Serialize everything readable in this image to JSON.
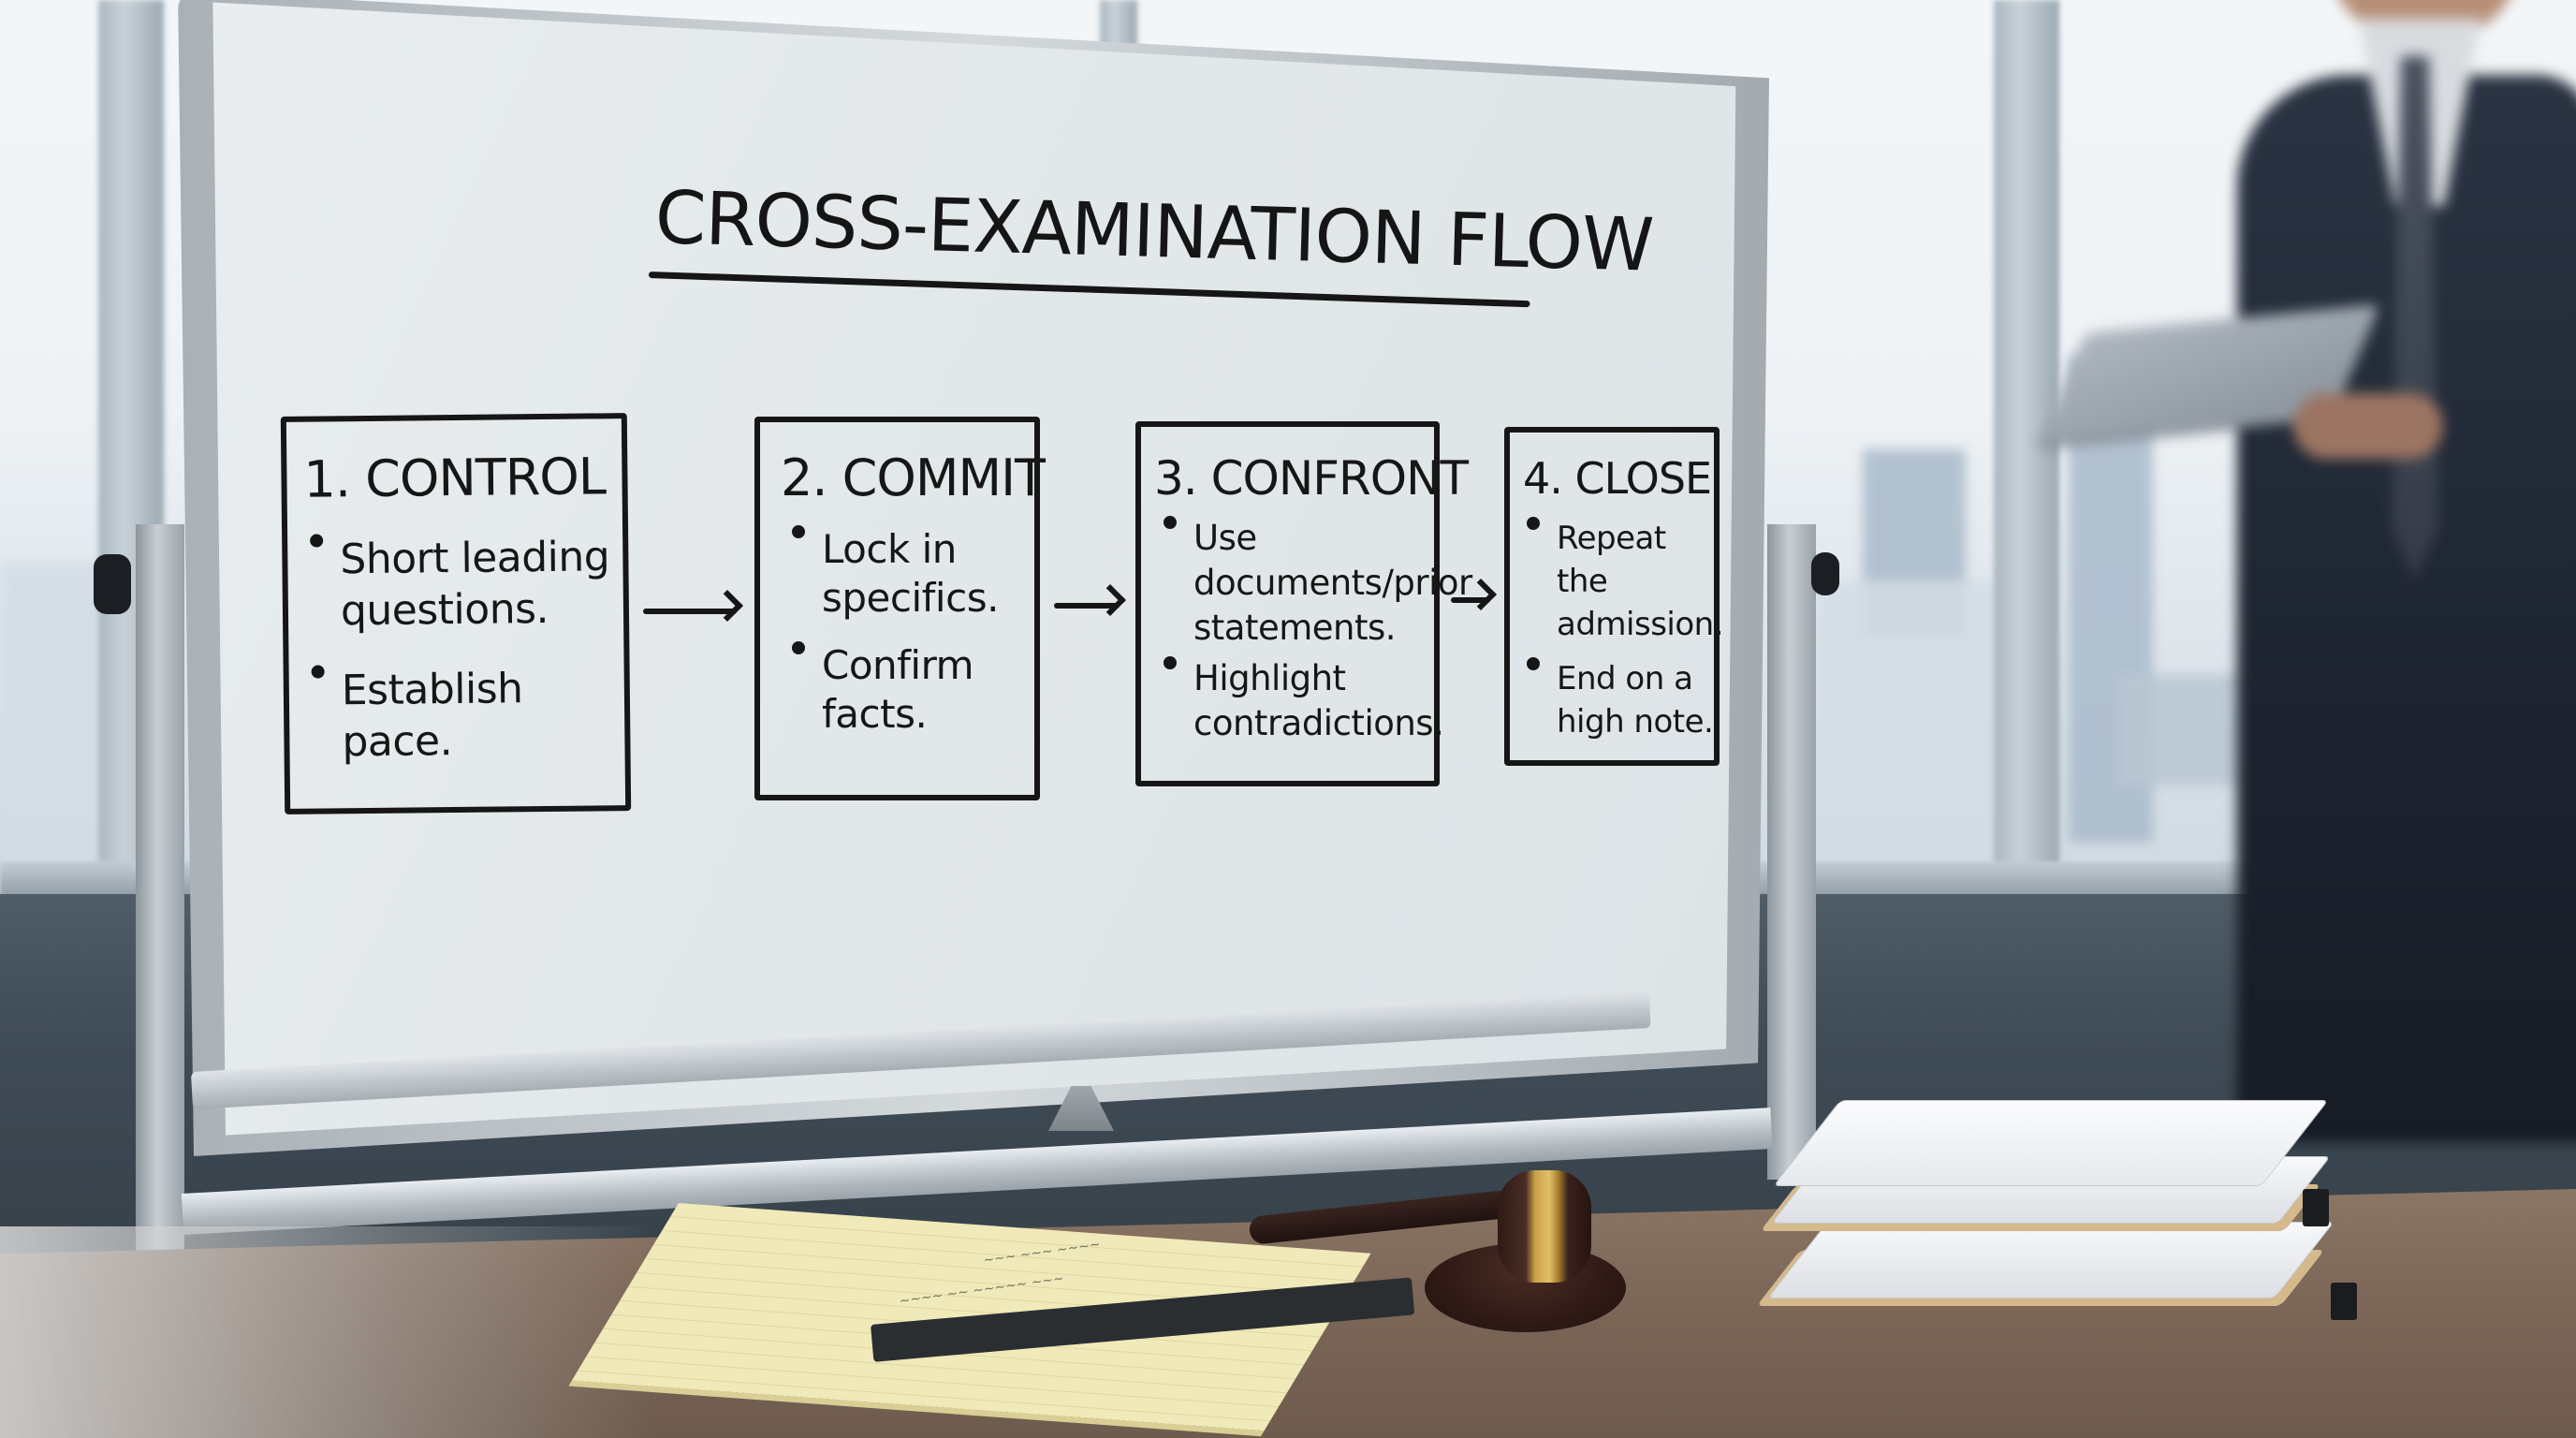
{
  "scene": {
    "description": "Office photo: whiteboard on a mobile stand showing a cross-examination flow diagram; blurred man in suit holding a tablet; desk with legal pad, gavel and stacked case files",
    "colors": {
      "board_surface": "#e6ebed",
      "ink": "#161616",
      "frame": "#b8c0c6",
      "suit": "#1d2430",
      "desk_wood": "#7d6859",
      "legal_pad": "#f0e9b9",
      "gavel_wood": "#2b1713",
      "gavel_brass": "#d6b35c",
      "folder_manila": "#d4b98d",
      "wall_lower": "#3f4b55"
    }
  },
  "whiteboard": {
    "title": "CROSS-EXAMINATION FLOW",
    "steps": [
      {
        "heading": "1. CONTROL",
        "bullets": [
          "Short leading questions.",
          "Establish pace."
        ]
      },
      {
        "heading": "2. COMMIT",
        "bullets": [
          "Lock in specifics.",
          "Confirm facts."
        ]
      },
      {
        "heading": "3. CONFRONT",
        "bullets": [
          "Use documents/prior statements.",
          "Highlight contradictions."
        ]
      },
      {
        "heading": "4. CLOSE",
        "bullets": [
          "Repeat the admission.",
          "End on a high note."
        ]
      }
    ],
    "arrows": [
      "arrow-1-to-2",
      "arrow-2-to-3",
      "arrow-3-to-4"
    ]
  },
  "desk_items": {
    "legal_pad": "yellow-legal-pad-icon",
    "gavel": "gavel-icon",
    "files": "file-stack-icon"
  }
}
